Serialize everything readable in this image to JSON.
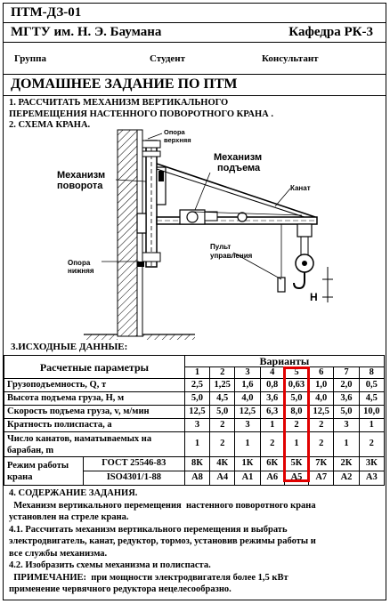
{
  "header": {
    "code": "ПТМ-ДЗ-01",
    "university": "МГТУ им. Н. Э. Баумана",
    "department": "Кафедра РК-3",
    "group_label": "Группа",
    "student_label": "Студент",
    "consultant_label": "Консультант"
  },
  "title": "ДОМАШНЕЕ ЗАДАНИЕ ПО ПТМ",
  "task": {
    "line1": "1. РАССЧИТАТЬ МЕХАНИЗМ ВЕРТИКАЛЬНОГО",
    "line2": "ПЕРЕМЕЩЕНИЯ НАСТЕННОГО   ПОВОРОТНОГО КРАНА .",
    "line3": "2. СХЕМА КРАНА."
  },
  "diagram": {
    "support_upper_1": "Опора",
    "support_upper_2": "верхняя",
    "lifting_mech_1": "Механизм",
    "lifting_mech_2": "подъема",
    "rotation_mech_1": "Механизм",
    "rotation_mech_2": "поворота",
    "rope": "Канат",
    "panel_1": "Пульт",
    "panel_2": "управления",
    "support_lower_1": "Опора",
    "support_lower_2": "нижняя",
    "height_label": "H"
  },
  "initial_data_heading": "3.ИСХОДНЫЕ ДАННЫЕ:",
  "table": {
    "param_header": "Расчетные параметры",
    "variants_header": "Варианты",
    "variants": [
      "1",
      "2",
      "3",
      "4",
      "5",
      "6",
      "7",
      "8"
    ],
    "highlighted_variant": "5",
    "highlight_color": "#e00000",
    "rows": [
      {
        "label": "Грузоподъемность, Q, т",
        "values": [
          "2,5",
          "1,25",
          "1,6",
          "0,8",
          "0,63",
          "1,0",
          "2,0",
          "0,5"
        ]
      },
      {
        "label": "Высота подъема груза, H, м",
        "values": [
          "5,0",
          "4,5",
          "4,0",
          "3,6",
          "5,0",
          "4,0",
          "3,6",
          "4,5"
        ]
      },
      {
        "label": "Скорость подъема груза, v, м/мин",
        "values": [
          "12,5",
          "5,0",
          "12,5",
          "6,3",
          "8,0",
          "12,5",
          "5,0",
          "10,0"
        ]
      },
      {
        "label": "Кратность полиспаста, a",
        "values": [
          "3",
          "2",
          "3",
          "1",
          "2",
          "2",
          "3",
          "1"
        ]
      },
      {
        "label": "Число канатов, наматываемых на барабан, m",
        "values": [
          "1",
          "2",
          "1",
          "2",
          "1",
          "2",
          "1",
          "2"
        ]
      }
    ],
    "mode_label_1": "Режим работы",
    "mode_label_2": "крана",
    "mode_rows": [
      {
        "standard": "ГОСТ 25546-83",
        "values": [
          "8К",
          "4К",
          "1К",
          "6К",
          "5К",
          "7К",
          "2К",
          "3К"
        ]
      },
      {
        "standard": "ISO4301/1-88",
        "values": [
          "А8",
          "А4",
          "А1",
          "А6",
          "А5",
          "А7",
          "А2",
          "А3"
        ]
      }
    ]
  },
  "contents": {
    "l1": "4. СОДЕРЖАНИЕ ЗАДАНИЯ.",
    "l2": "  Механизм вертикального перемещения  настенного поворотного крана",
    "l3": "установлен на стреле крана.",
    "l4": "4.1. Рассчитать механизм вертикального перемещения и выбрать",
    "l5": "электродвигатель, канат, редуктор, тормоз, установив режимы работы и",
    "l6": "все службы механизма.",
    "l7": "4.2. Изобразить схемы механизма и полиспаста.",
    "l8": "  ПРИМЕЧАНИЕ:  при мощности электродвигателя более 1,5 кВт",
    "l9": "применение червячного редуктора нецелесообразно."
  }
}
